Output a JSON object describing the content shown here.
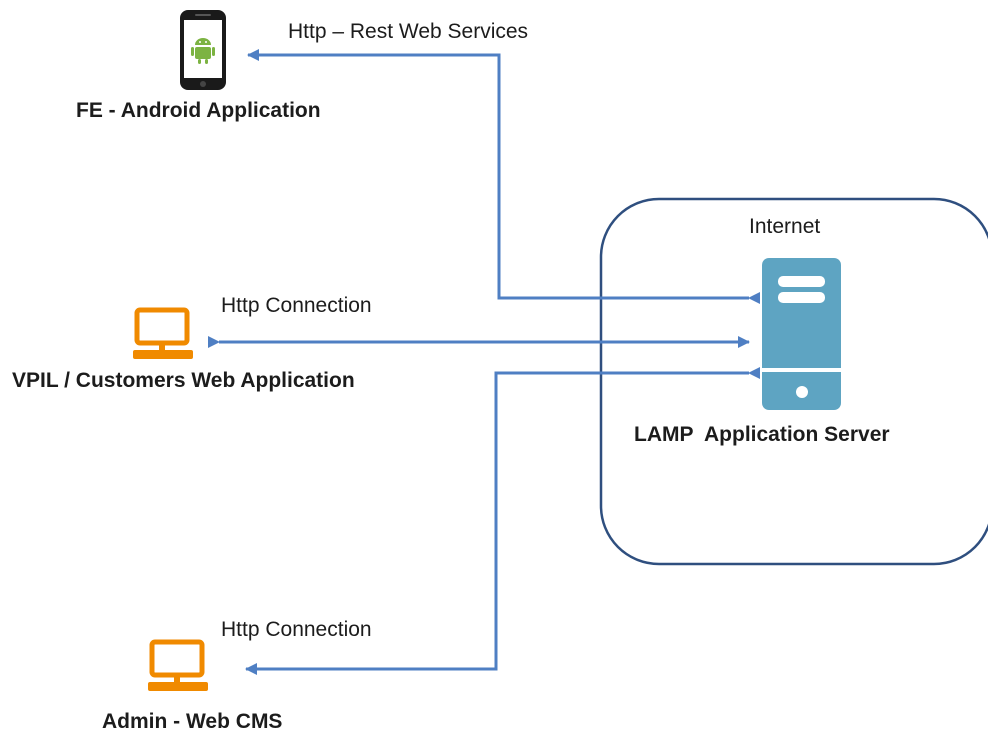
{
  "colors": {
    "connector": "#4f7fc3",
    "internet_boundary": "#2f4f7f",
    "server": "#5ea4c2",
    "workstation": "#f08a00",
    "android_robot": "#7cb342",
    "phone_body": "#1a1a1a",
    "text": "#1c1c1c"
  },
  "nodes": {
    "android_app": {
      "label": "FE - Android Application",
      "icon": "android-phone-icon"
    },
    "customers_web": {
      "label": "VPIL / Customers Web Application",
      "icon": "desktop-computer-icon"
    },
    "admin_cms": {
      "label": "Admin - Web CMS",
      "icon": "desktop-computer-icon"
    },
    "server": {
      "label": "LAMP  Application Server",
      "icon": "server-tower-icon"
    }
  },
  "internet_zone": {
    "label": "Internet"
  },
  "connections": {
    "android": {
      "label": "Http – Rest Web Services"
    },
    "customers": {
      "label": "Http Connection"
    },
    "admin": {
      "label": "Http Connection"
    }
  }
}
